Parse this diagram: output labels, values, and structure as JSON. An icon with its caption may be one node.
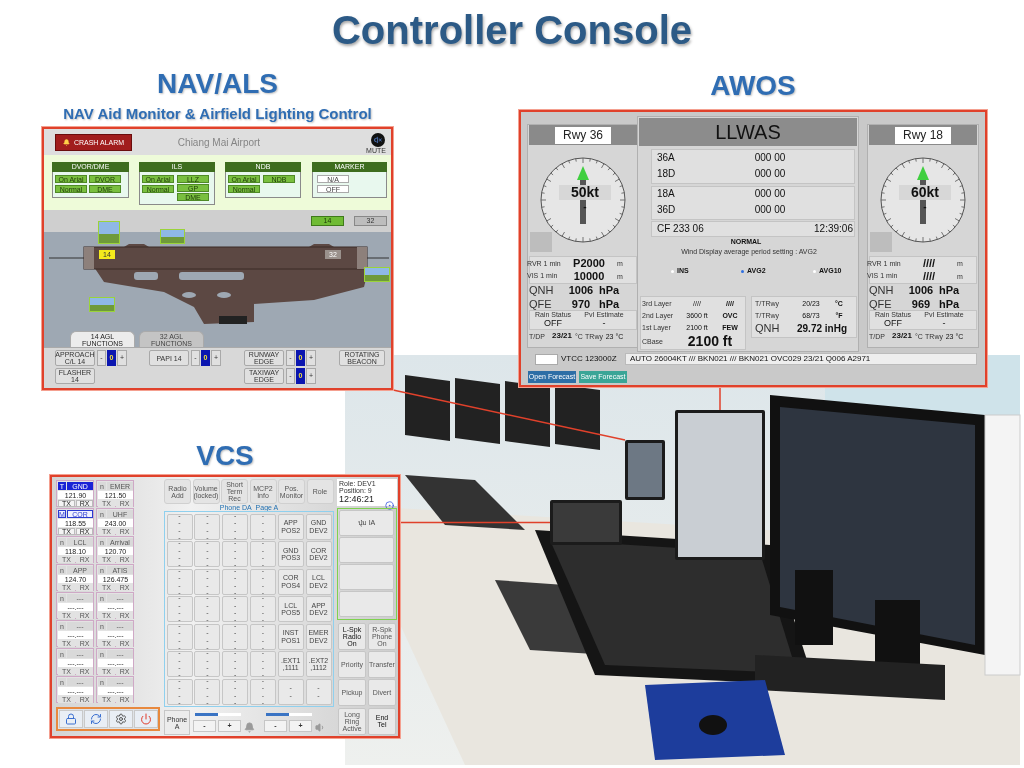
{
  "diagram": {
    "title": "Controller Console",
    "nodes": [
      {
        "text": [
          "NAV/ALS",
          "NAV Aid Monitor & Airfield Lighting Control"
        ]
      },
      {
        "text": [
          "AWOS"
        ]
      },
      {
        "text": [
          "VCS"
        ]
      },
      {
        "text": [],
        "shape": "picture"
      },
      {
        "text": [],
        "shape": "box",
        "in": 3
      },
      {
        "text": [],
        "shape": "box",
        "in": 3
      },
      {
        "text": [],
        "shape": "box",
        "in": 3
      }
    ],
    "edges": [
      {
        "from": 0,
        "to": 4,
        "arrow": "none"
      },
      {
        "from": 1,
        "to": 5,
        "arrow": "none"
      },
      {
        "from": 2,
        "to": 6,
        "arrow": "none"
      }
    ],
    "labels": [
      "CRASH ALARM",
      "Chiang Mai Airport",
      "MUTE",
      "DVOR/DME",
      "On Arial",
      "DVOR",
      "Normal",
      "DME",
      "ILS",
      "On Arial",
      "LLZ",
      "Normal",
      "GP",
      "DME",
      "NDB",
      "On Arial",
      "NDB",
      "Normal",
      "MARKER",
      "N/A",
      "OFF",
      "14",
      "32",
      "14",
      "32",
      "14 AGL FUNCTIONS",
      "32 AGL FUNCTIONS",
      "APPROACH C/L 14",
      "-",
      "0",
      "+",
      "PAPI 14",
      "-",
      "0",
      "+",
      "RUNWAY EDGE",
      "-",
      "0",
      "+",
      "ROTATING BEACON",
      "FLASHER 14",
      "TAXIWAY EDGE",
      "-",
      "0",
      "+",
      "Rwy 36",
      "50kt",
      "-",
      "RVR 1 min",
      "P2000",
      "m",
      "VIS 1 min",
      "10000",
      "m",
      "QNH",
      "1006",
      "hPa",
      "QFE",
      "970",
      "hPa",
      "Rain Status",
      "PvI Estimate",
      "OFF",
      "-",
      "T/DP",
      "23/21",
      "°C",
      "TRwy",
      "23 °C",
      "LLWAS",
      "36A",
      "000 00",
      "18D",
      "000 00",
      "18A",
      "000 00",
      "36D",
      "000 00",
      "CF 233 06",
      "12:39:06",
      "NORMAL",
      "Wind Display average period setting : AVG2",
      "INS",
      "AVG2",
      "AVG10",
      "3rd Layer",
      "////",
      "////",
      "2nd Layer",
      "3600 ft",
      "OVC",
      "1st Layer",
      "2100 ft",
      "FEW",
      "CBase",
      "2100 ft",
      "T/TRwy",
      "20/23",
      "°C",
      "T/TRwy",
      "68/73",
      "°F",
      "QNH",
      "29.72 inHg",
      "Rwy 18",
      "60kt",
      "-",
      "RVR 1 min",
      "////",
      "m",
      "VIS 1 min",
      "////",
      "m",
      "QNH",
      "1006",
      "hPa",
      "QFE",
      "969",
      "hPa",
      "Rain Status",
      "PvI Estimate",
      "OFF",
      "-",
      "T/DP",
      "23/21",
      "°C",
      "TRwy",
      "23 °C",
      "VTCC 123000Z",
      "AUTO 26004KT /// BKN021 /// BKN021 OVC029 23/21 Q006 A2971",
      "Open Forecast",
      "Save Forecast",
      "T",
      "GND",
      "121.90",
      "TX",
      "RX",
      "n",
      "EMER",
      "121.50",
      "TX",
      "RX",
      "M",
      "COR",
      "118.55",
      "TX",
      "RX",
      "n",
      "UHF",
      "243.00",
      "TX",
      "RX",
      "n",
      "LCL",
      "118.10",
      "TX",
      "RX",
      "n",
      "Arrival",
      "120.70",
      "TX",
      "RX",
      "n",
      "APP",
      "124.70",
      "TX",
      "RX",
      "n",
      "ATIS",
      "126.475",
      "TX",
      "RX",
      "n",
      "---",
      "---.---",
      "TX",
      "RX",
      "n",
      "---",
      "---.---",
      "TX",
      "RX",
      "n",
      "---",
      "---.---",
      "TX",
      "RX",
      "n",
      "---",
      "---.---",
      "TX",
      "RX",
      "n",
      "---",
      "---.---",
      "TX",
      "RX",
      "n",
      "---",
      "---.---",
      "TX",
      "RX",
      "n",
      "---",
      "---.---",
      "TX",
      "RX",
      "n",
      "---",
      "---.---",
      "TX",
      "RX",
      "Radio Add",
      "Volume (locked)",
      "Short Term Rec",
      "MCP2 Info",
      "Pos. Monitor",
      "Role",
      "Phone DA_Page A",
      "-- --",
      "-- --",
      "-- --",
      "-- --",
      "APP POS2",
      "GND DEV2",
      "-- --",
      "-- --",
      "-- --",
      "-- --",
      "GND POS3",
      "COR DEV2",
      "-- --",
      "-- --",
      "-- --",
      "-- --",
      "COR POS4",
      "LCL DEV2",
      "-- --",
      "-- --",
      "-- --",
      "-- --",
      "LCL POS5",
      "APP DEV2",
      "-- --",
      "-- --",
      "-- --",
      "-- --",
      "INST POS1",
      "EMER DEV2",
      "-- --",
      "-- --",
      "-- --",
      "-- --",
      ".EXT1 ,1111",
      ".EXT2 ,1112",
      "-- --",
      "-- --",
      "-- --",
      "-- --",
      "--",
      "--",
      "Role: DEV1",
      "Position: 9",
      "12:46:21",
      "ปุ่ม IA",
      "L-Spk Radio On",
      "R-Spk Phone On",
      "Priority",
      "Transfer",
      "Pickup",
      "Divert",
      "Phone A",
      "-",
      "+",
      "-",
      "+",
      "Long Ring Active",
      "End Tel"
    ]
  }
}
